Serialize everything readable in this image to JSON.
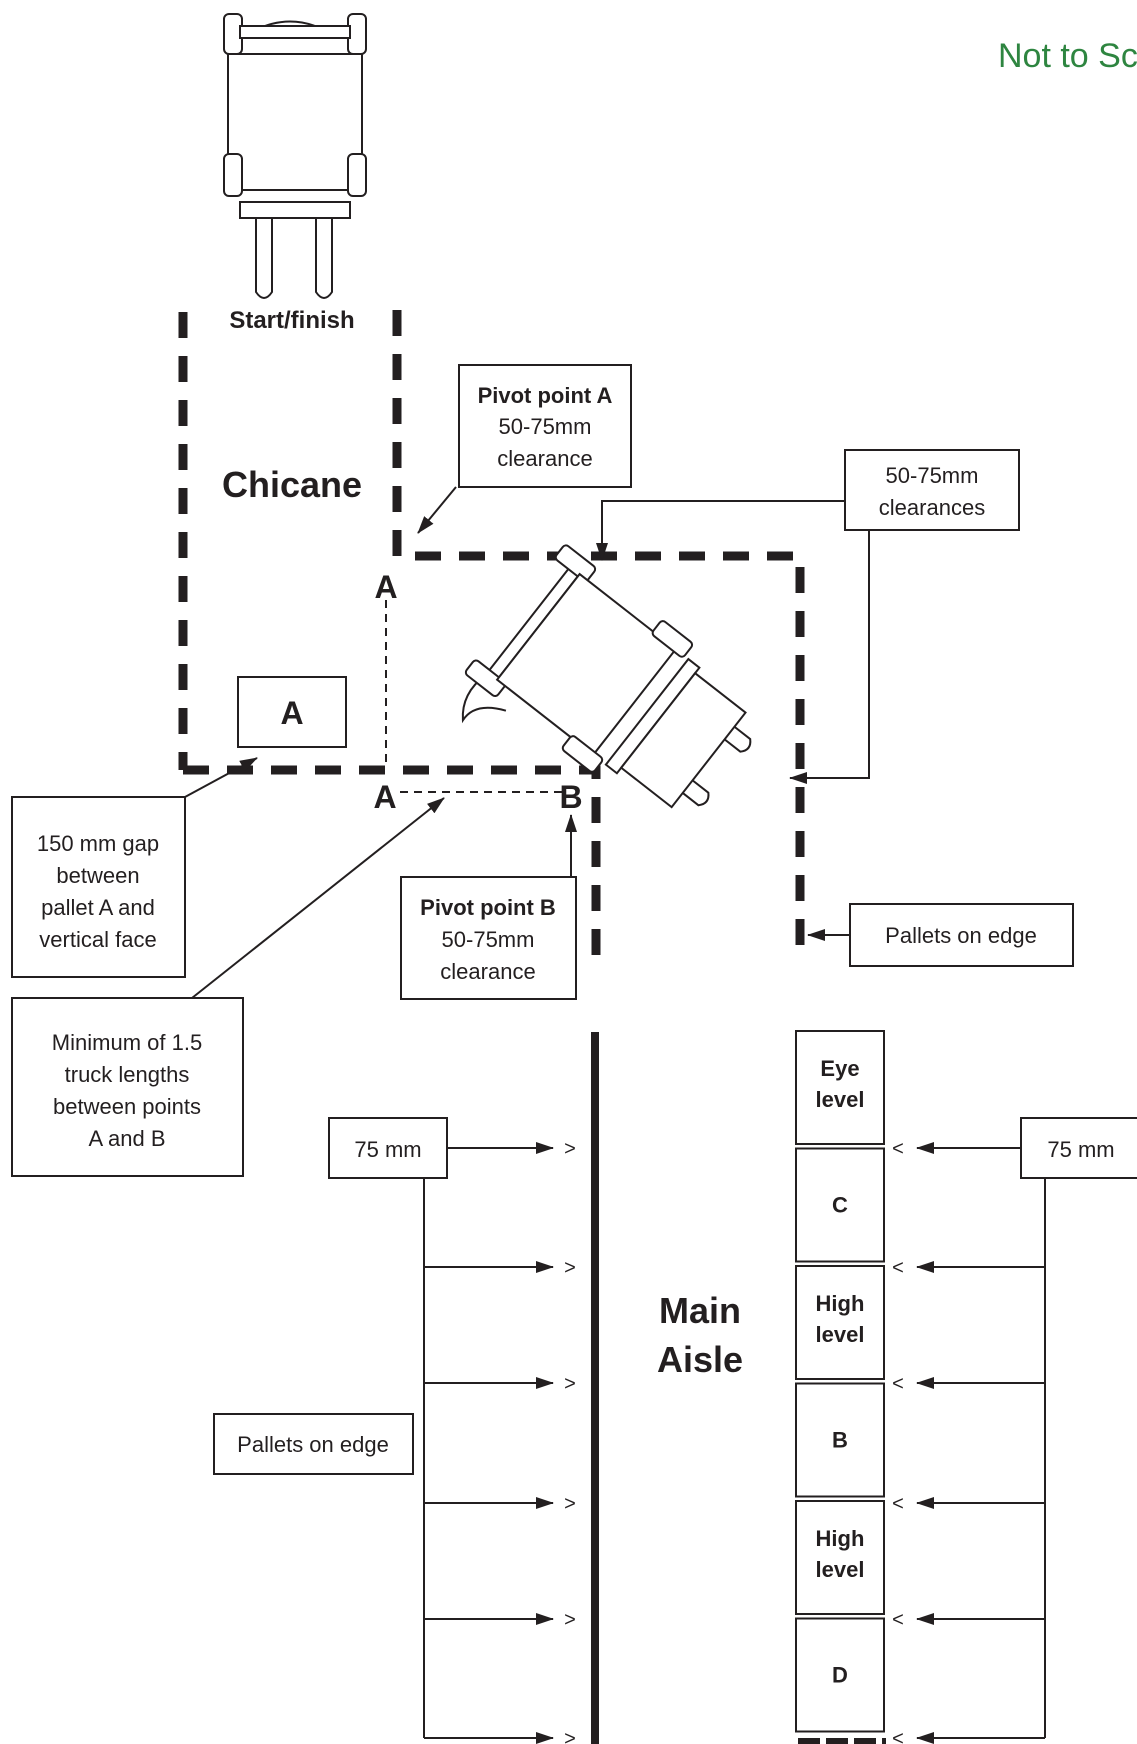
{
  "note": "Not to Scale",
  "colors": {
    "ink": "#231f20",
    "note": "#2e8540",
    "paper": "#ffffff"
  },
  "start": {
    "label": "Start/finish",
    "icon": "forklift-truck-icon"
  },
  "chicane": {
    "label": "Chicane"
  },
  "pallet_a": {
    "label": "A"
  },
  "points": {
    "a_top": "A",
    "a_bottom": "A",
    "b": "B"
  },
  "pivot_a": {
    "title": "Pivot point A",
    "line1": "50-75mm",
    "line2": "clearance"
  },
  "pivot_b": {
    "title": "Pivot point B",
    "line1": "50-75mm",
    "line2": "clearance"
  },
  "clearances": {
    "line1": "50-75mm",
    "line2": "clearances"
  },
  "gap": {
    "lines": [
      "150 mm gap",
      "between",
      "pallet A and",
      "vertical face"
    ]
  },
  "minimum": {
    "lines": [
      "Minimum of 1.5",
      "truck lengths",
      "between points",
      "A and B"
    ]
  },
  "pallets_edge_right": {
    "label": "Pallets on edge"
  },
  "pallets_edge_left": {
    "label": "Pallets on edge"
  },
  "main_aisle": {
    "line1": "Main",
    "line2": "Aisle"
  },
  "left_measure": {
    "label": "75 mm",
    "marker": ">"
  },
  "right_measure": {
    "label": "75 mm",
    "marker": "<"
  },
  "levels": [
    {
      "line1": "Eye",
      "line2": "level"
    },
    {
      "line1": "C",
      "line2": ""
    },
    {
      "line1": "High",
      "line2": "level"
    },
    {
      "line1": "B",
      "line2": ""
    },
    {
      "line1": "High",
      "line2": "level"
    },
    {
      "line1": "D",
      "line2": ""
    }
  ]
}
